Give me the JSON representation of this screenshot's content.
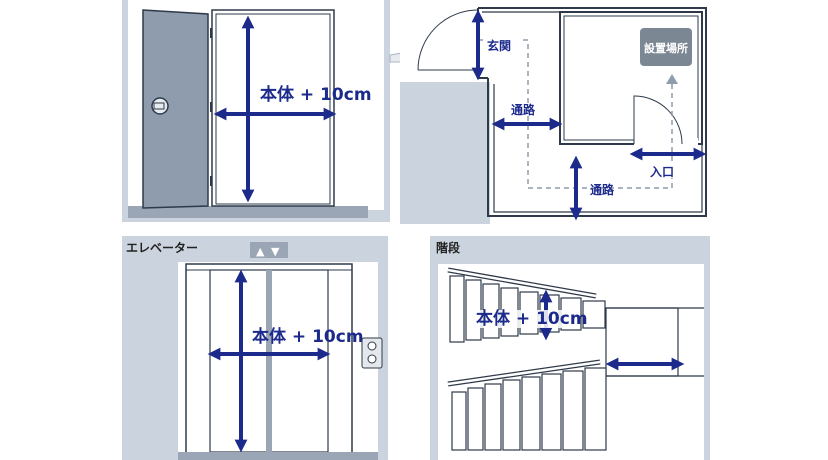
{
  "door_panel": {
    "size_label": "本体 + 10cm"
  },
  "floor_plan": {
    "entrance_label": "玄関",
    "passage_label_1": "通路",
    "passage_label_2": "通路",
    "install_label": "設置場所",
    "entry_label": "入口"
  },
  "elevator_panel": {
    "title": "エレベーター",
    "size_label": "本体 + 10cm",
    "indicator_up": "▲",
    "indicator_down": "▼"
  },
  "stairs_panel": {
    "title": "階段",
    "size_label": "本体 + 10cm"
  },
  "colors": {
    "panel_bg": "#cbd4de",
    "accent": "#1c2a8c",
    "door": "#8f9cad",
    "install_box": "#7c8794"
  }
}
